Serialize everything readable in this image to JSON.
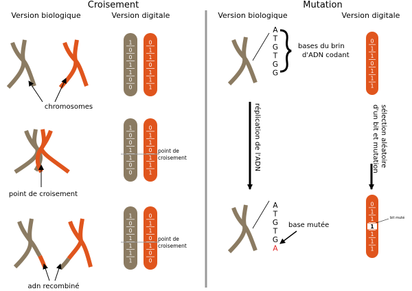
{
  "sections": {
    "left_title": "Croisement",
    "right_title": "Mutation"
  },
  "headers": {
    "left_bio": "Version biologique",
    "left_dig": "Version digitale",
    "right_bio": "Version biologique",
    "right_dig": "Version digitale"
  },
  "labels": {
    "chromosomes": "chromosomes",
    "crossover_point_bio": "point de croisement",
    "recombined": "adn recombiné",
    "crossover_point_dig_1": "point de",
    "crossover_point_dig_2": "croisement",
    "bases_1": "bases du brin",
    "bases_2": "d'ADN codant",
    "replication": "réplication de l'ADN",
    "selection_1": "sélection aléatoire",
    "selection_2": "d'un bit et mutation",
    "mutated_base": "base mutée",
    "mutated_bit": "bit muté"
  },
  "bits": {
    "row1_left": [
      "1",
      "0",
      "0",
      "1",
      "1",
      "0",
      "0"
    ],
    "row1_right": [
      "0",
      "1",
      "1",
      "0",
      "1",
      "1",
      "1"
    ],
    "row2_left": [
      "1",
      "0",
      "0",
      "1",
      "1",
      "0",
      "0"
    ],
    "row2_right": [
      "0",
      "1",
      "1",
      "0",
      "1",
      "1",
      "1"
    ],
    "row3_left": [
      "1",
      "0",
      "0",
      "1",
      "1",
      "1",
      "1"
    ],
    "row3_right": [
      "0",
      "1",
      "1",
      "0",
      "1",
      "0",
      "0"
    ],
    "mutation_before": [
      "0",
      "1",
      "1",
      "0",
      "1",
      "1",
      "1"
    ],
    "mutation_after": [
      "0",
      "1",
      "1",
      "1",
      "1",
      "1",
      "1"
    ]
  },
  "dna": {
    "before": [
      "A",
      "T",
      "G",
      "T",
      "G",
      "G"
    ],
    "after": [
      "A",
      "T",
      "G",
      "T",
      "G",
      "A"
    ]
  },
  "colors": {
    "brown": "#8b7b62",
    "orange": "#e0551d",
    "separator": "#9a9a9a",
    "mutation": "#e02020"
  }
}
